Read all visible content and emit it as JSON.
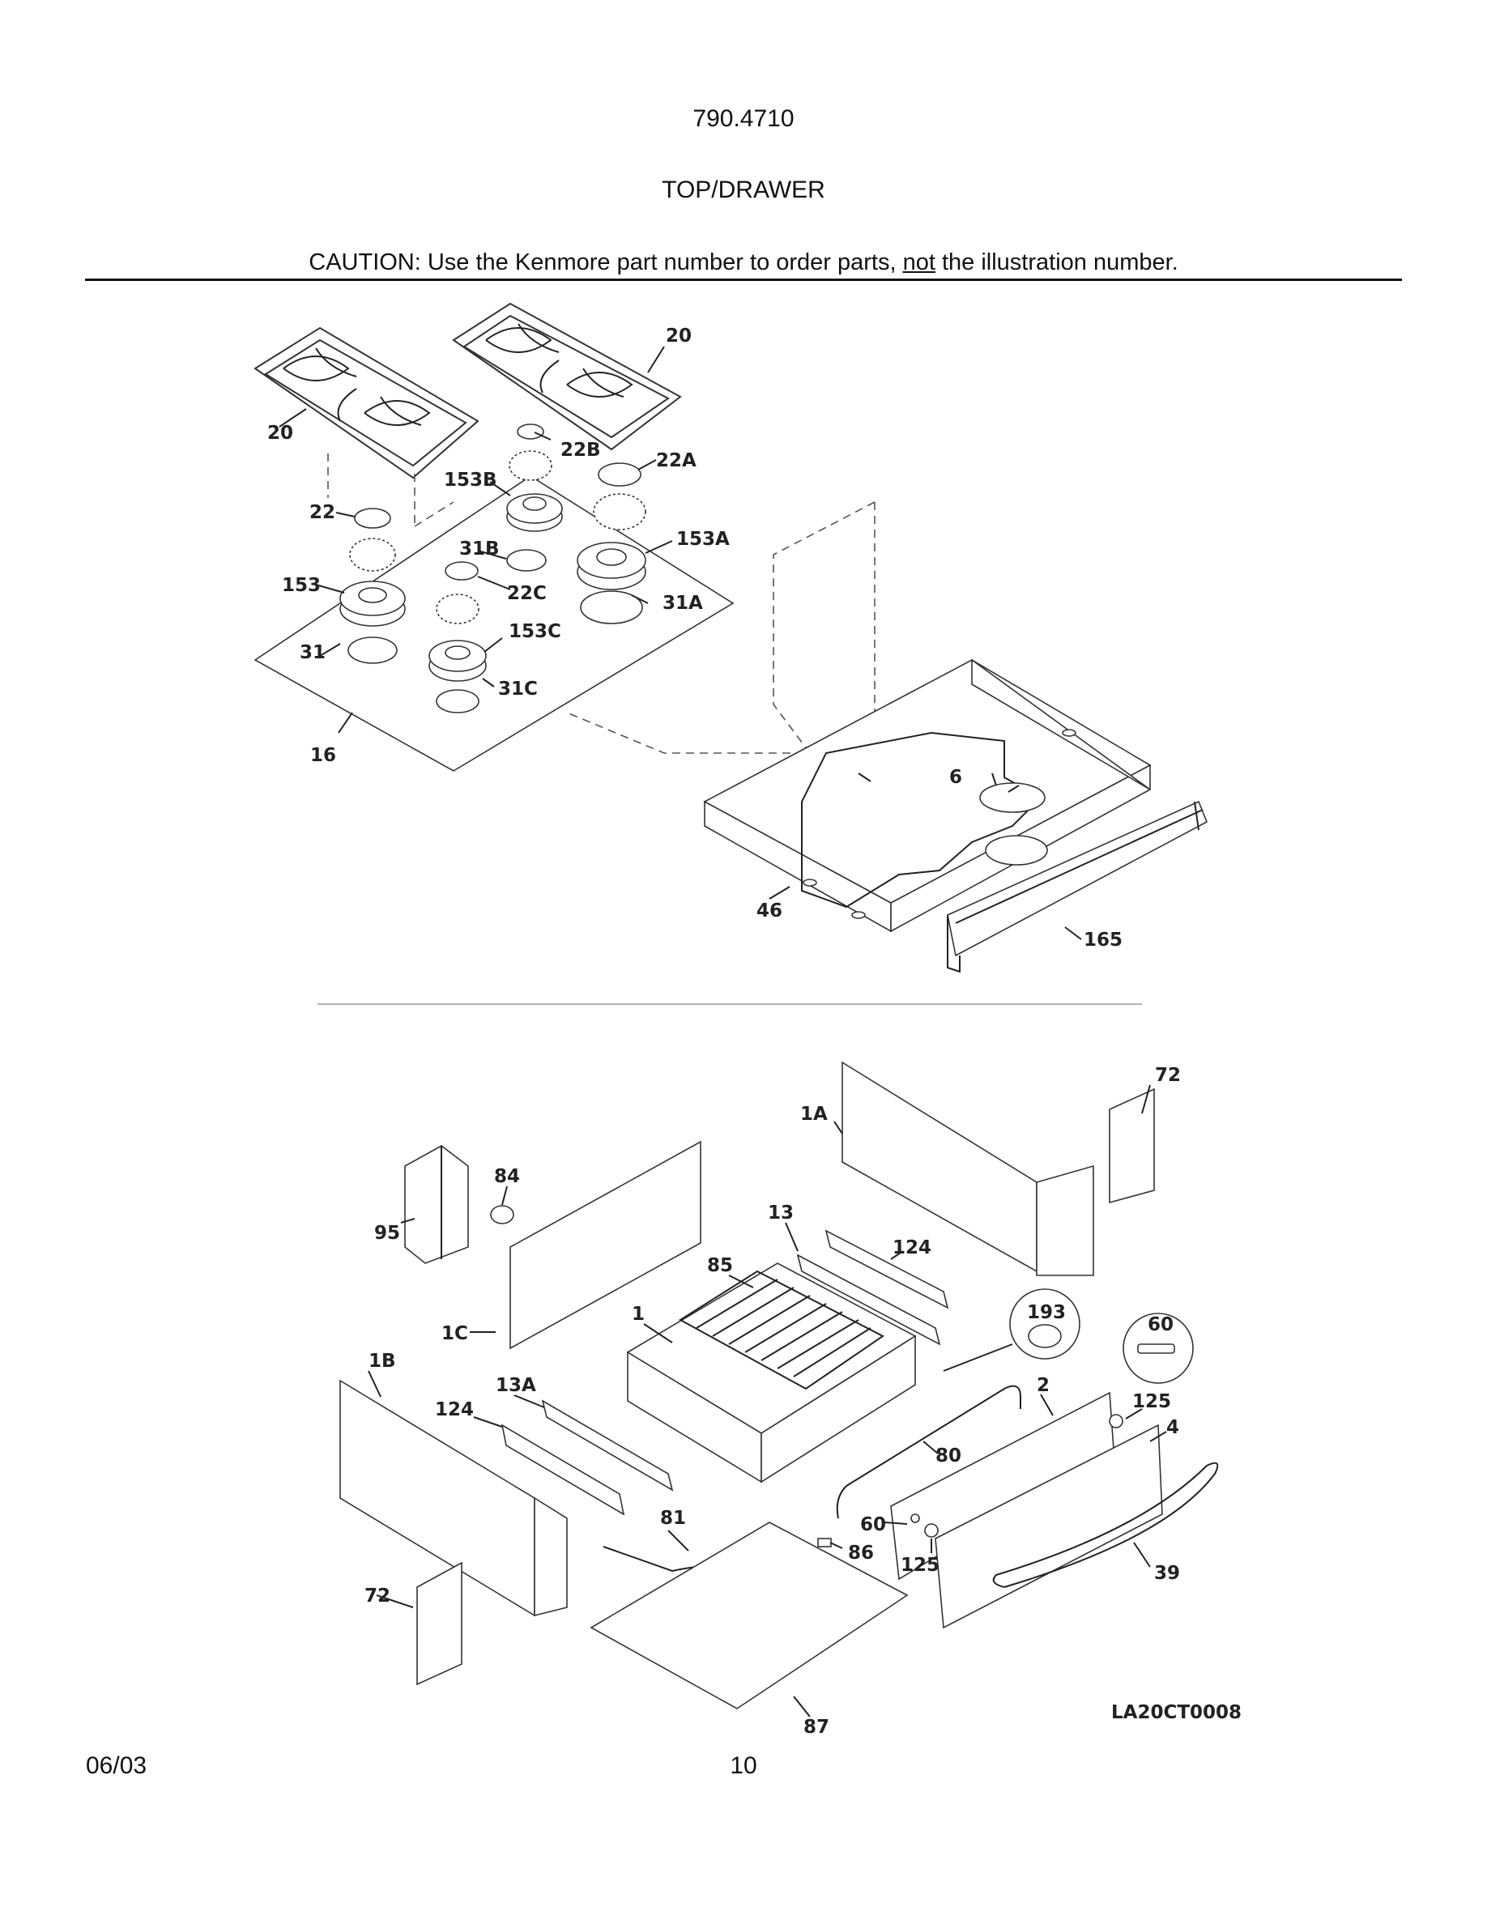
{
  "header": {
    "model_number": "790.4710",
    "section_title": "TOP/DRAWER",
    "caution_prefix": "CAUTION: Use the Kenmore part number to order parts, ",
    "caution_underlined": "not",
    "caution_suffix": " the illustration number."
  },
  "callouts": {
    "c20a": "20",
    "c20b": "20",
    "c22b": "22B",
    "c22a": "22A",
    "c153b": "153B",
    "c22": "22",
    "c31b": "31B",
    "c153a": "153A",
    "c153": "153",
    "c22c": "22C",
    "c31a": "31A",
    "c153c": "153C",
    "c31": "31",
    "c31c": "31C",
    "c16": "16",
    "c6": "6",
    "c46": "46",
    "c165": "165",
    "c72a": "72",
    "c1a": "1A",
    "c84": "84",
    "c95": "95",
    "c13": "13",
    "c124a": "124",
    "c85": "85",
    "c1": "1",
    "c1c": "1C",
    "c193": "193",
    "c60a": "60",
    "c1b": "1B",
    "c13a": "13A",
    "c2": "2",
    "c125a": "125",
    "c4": "4",
    "c124b": "124",
    "c80": "80",
    "c81": "81",
    "c60b": "60",
    "c86": "86",
    "c125b": "125",
    "c39": "39",
    "c72b": "72",
    "c87": "87"
  },
  "diagram_code": "LA20CT0008",
  "footer": {
    "date": "06/03",
    "page_number": "10"
  }
}
